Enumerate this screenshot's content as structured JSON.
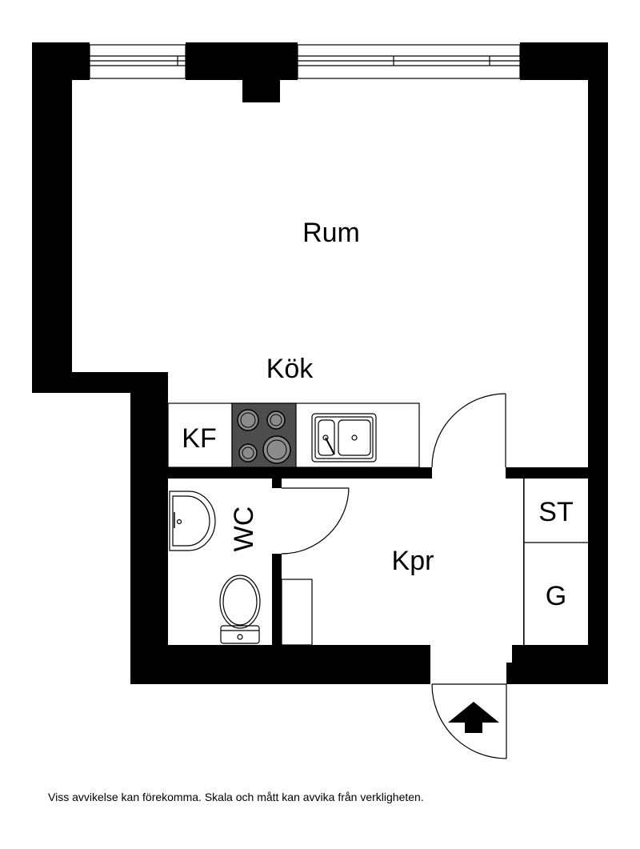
{
  "rooms": {
    "living": "Rum",
    "kitchen": "Kök",
    "fridge_freezer": "KF",
    "toilet": "WC",
    "hall": "Kpr",
    "storage": "ST",
    "wardrobe": "G"
  },
  "icons": {
    "entrance": "entrance-arrow-icon",
    "stove": "stove-icon",
    "sink": "kitchen-sink-icon",
    "washbasin": "washbasin-icon",
    "toilet": "toilet-icon"
  },
  "colors": {
    "wall": "#000000",
    "stove": "#4d4d4d",
    "background": "#ffffff"
  },
  "disclaimer": "Viss avvikelse kan förekomma. Skala och mått kan avvika från verkligheten."
}
